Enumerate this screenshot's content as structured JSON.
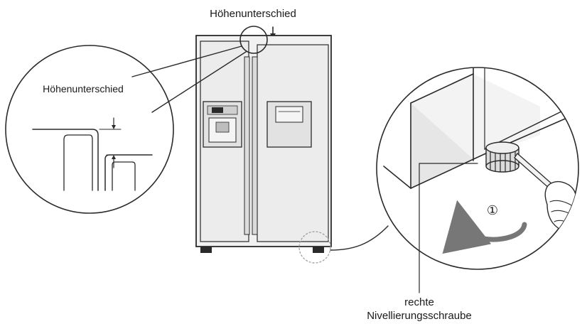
{
  "labels": {
    "top_height_difference": "Höhenunterschied",
    "detail_height_difference": "Höhenunterschied",
    "step_number": "①",
    "screw_label_line1": "rechte",
    "screw_label_line2": "Nivellierungsschraube"
  },
  "colors": {
    "ink": "#2a2a2a",
    "fridge_fill": "#f1f1f1",
    "shade": "#e4e4e4",
    "dashed": "#9a9a9a",
    "arrow": "#777777"
  },
  "icons": {
    "rotation_arrow": "curved-arrow-left-icon",
    "height_markers": "arrow-down-up-icon"
  }
}
